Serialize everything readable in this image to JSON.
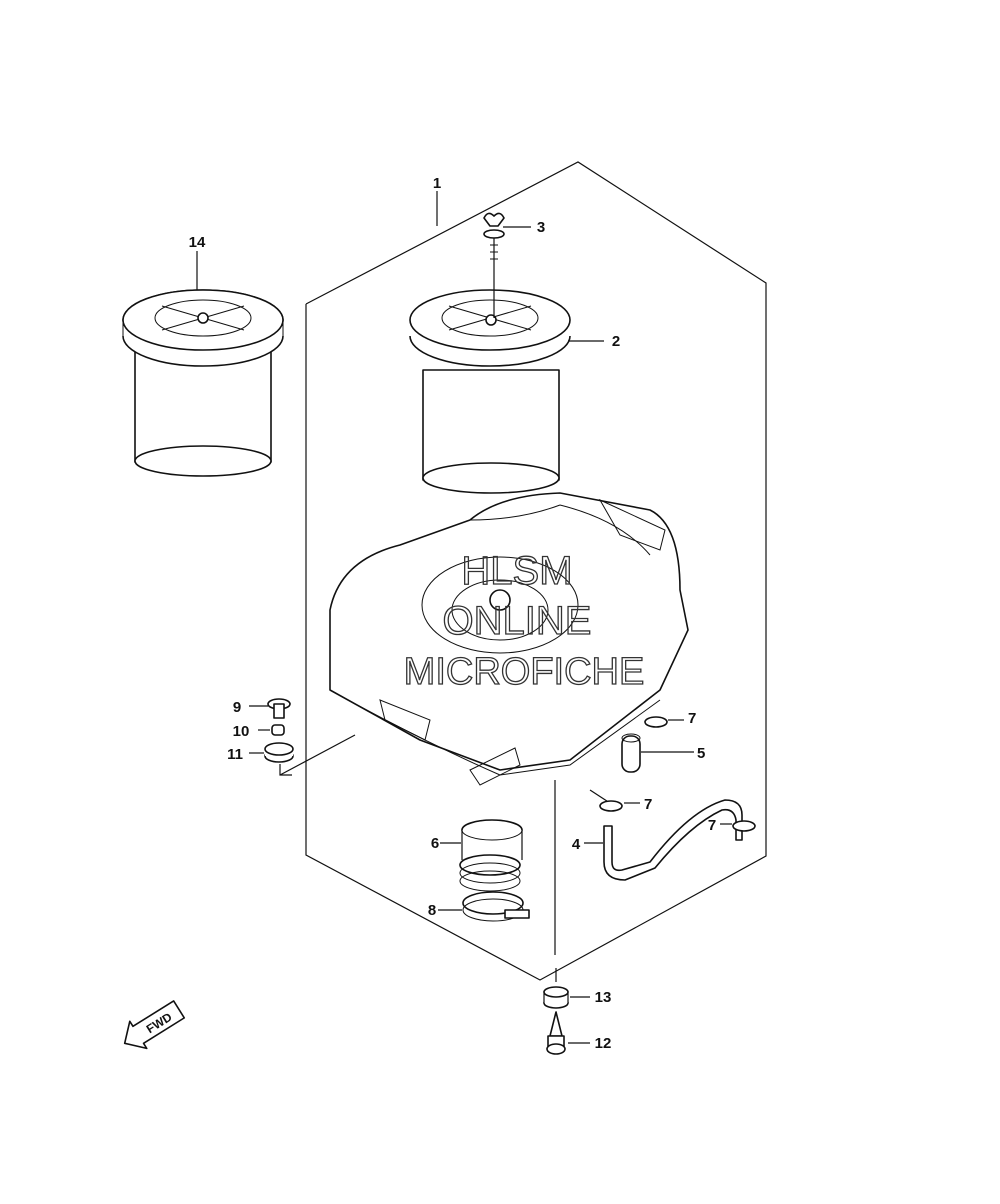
{
  "parts": [
    {
      "id": "p1",
      "label": "1"
    },
    {
      "id": "p2",
      "label": "2"
    },
    {
      "id": "p3",
      "label": "3"
    },
    {
      "id": "p4",
      "label": "4"
    },
    {
      "id": "p5",
      "label": "5"
    },
    {
      "id": "p6",
      "label": "6"
    },
    {
      "id": "p7a",
      "label": "7"
    },
    {
      "id": "p7b",
      "label": "7"
    },
    {
      "id": "p7c",
      "label": "7"
    },
    {
      "id": "p8",
      "label": "8"
    },
    {
      "id": "p9",
      "label": "9"
    },
    {
      "id": "p10",
      "label": "10"
    },
    {
      "id": "p11",
      "label": "11"
    },
    {
      "id": "p12",
      "label": "12"
    },
    {
      "id": "p13",
      "label": "13"
    },
    {
      "id": "p14",
      "label": "14"
    }
  ],
  "watermark": {
    "line1": "HLSM",
    "line2": "ONLINE",
    "line3": "MICROFICHE"
  },
  "direction_arrow": {
    "text": "FWD"
  }
}
